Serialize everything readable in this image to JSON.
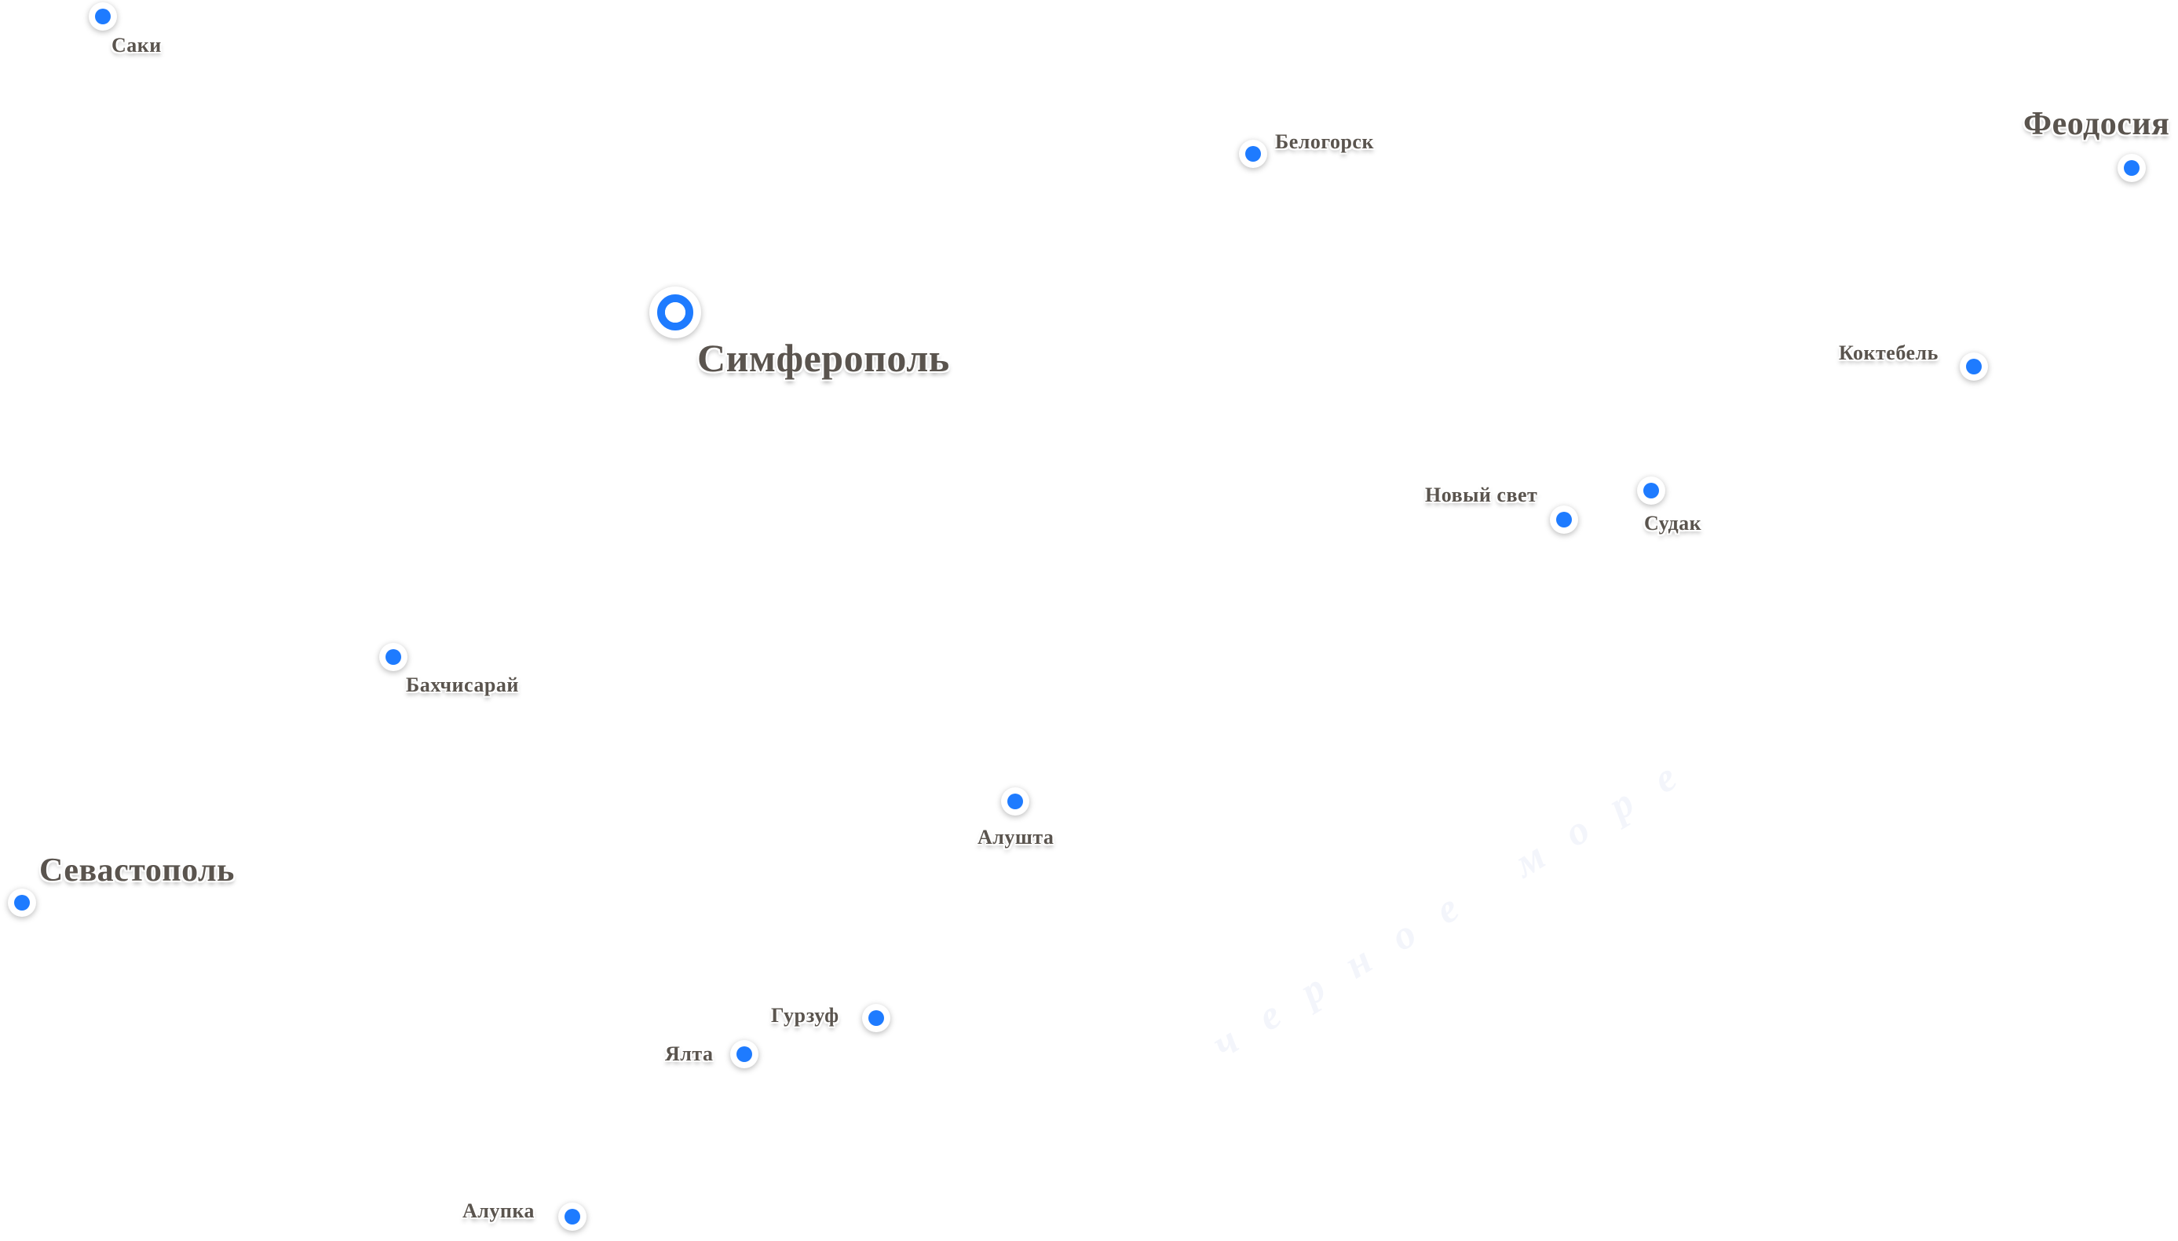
{
  "map": {
    "accent_color": "#1e7bff",
    "sea_label": "черное море",
    "cities": {
      "saki": "Саки",
      "belogorsk": "Белогорск",
      "feodosia": "Феодосия",
      "simferopol": "Симферополь",
      "koktebel": "Коктебель",
      "novy_svet": "Новый свет",
      "sudak": "Судак",
      "bakhchisaray": "Бахчисарай",
      "alushta": "Алушта",
      "sevastopol": "Севастополь",
      "gurzuf": "Гурзуф",
      "yalta": "Ялта",
      "alupka": "Алупка"
    }
  }
}
